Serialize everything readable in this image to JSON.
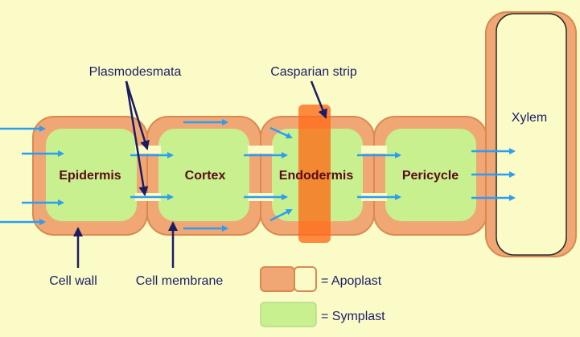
{
  "diagram": {
    "colors": {
      "background": "#fbfbc8",
      "cell_wall": "#f0a774",
      "cell_wall_stroke": "#d98a52",
      "cytoplasm": "#c8f08e",
      "casparian_strip": "#ff6a1a",
      "arrow": "#2a9df4",
      "pointer": "#1c1c66",
      "cell_label": "#5a0b1a"
    },
    "cells": [
      {
        "label": "Epidermis"
      },
      {
        "label": "Cortex"
      },
      {
        "label": "Endodermis"
      },
      {
        "label": "Pericycle"
      }
    ],
    "xylem_label": "Xylem",
    "annotations": {
      "plasmodesmata": "Plasmodesmata",
      "casparian_strip": "Casparian strip",
      "cell_wall": "Cell wall",
      "cell_membrane": "Cell membrane"
    },
    "legend": {
      "apoplast": "= Apoplast",
      "symplast": "= Symplast"
    }
  }
}
